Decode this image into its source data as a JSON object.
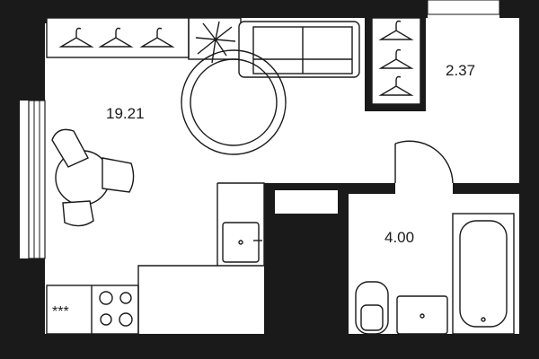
{
  "plan": {
    "rooms": [
      {
        "id": "main-room",
        "area": "19.21"
      },
      {
        "id": "wardrobe",
        "area": "2.37"
      },
      {
        "id": "bathroom",
        "area": "4.00"
      }
    ],
    "hob_mark": "***"
  },
  "colors": {
    "wall": "#1a1a1a",
    "background": "#ffffff"
  },
  "icons": [
    "hanger-icon",
    "plant-icon",
    "sofa-icon",
    "round-rug-icon",
    "dining-table-icon",
    "chair-icon",
    "sink-icon",
    "stove-icon",
    "bathtub-icon",
    "toilet-icon",
    "door-swing-icon",
    "window-icon"
  ]
}
